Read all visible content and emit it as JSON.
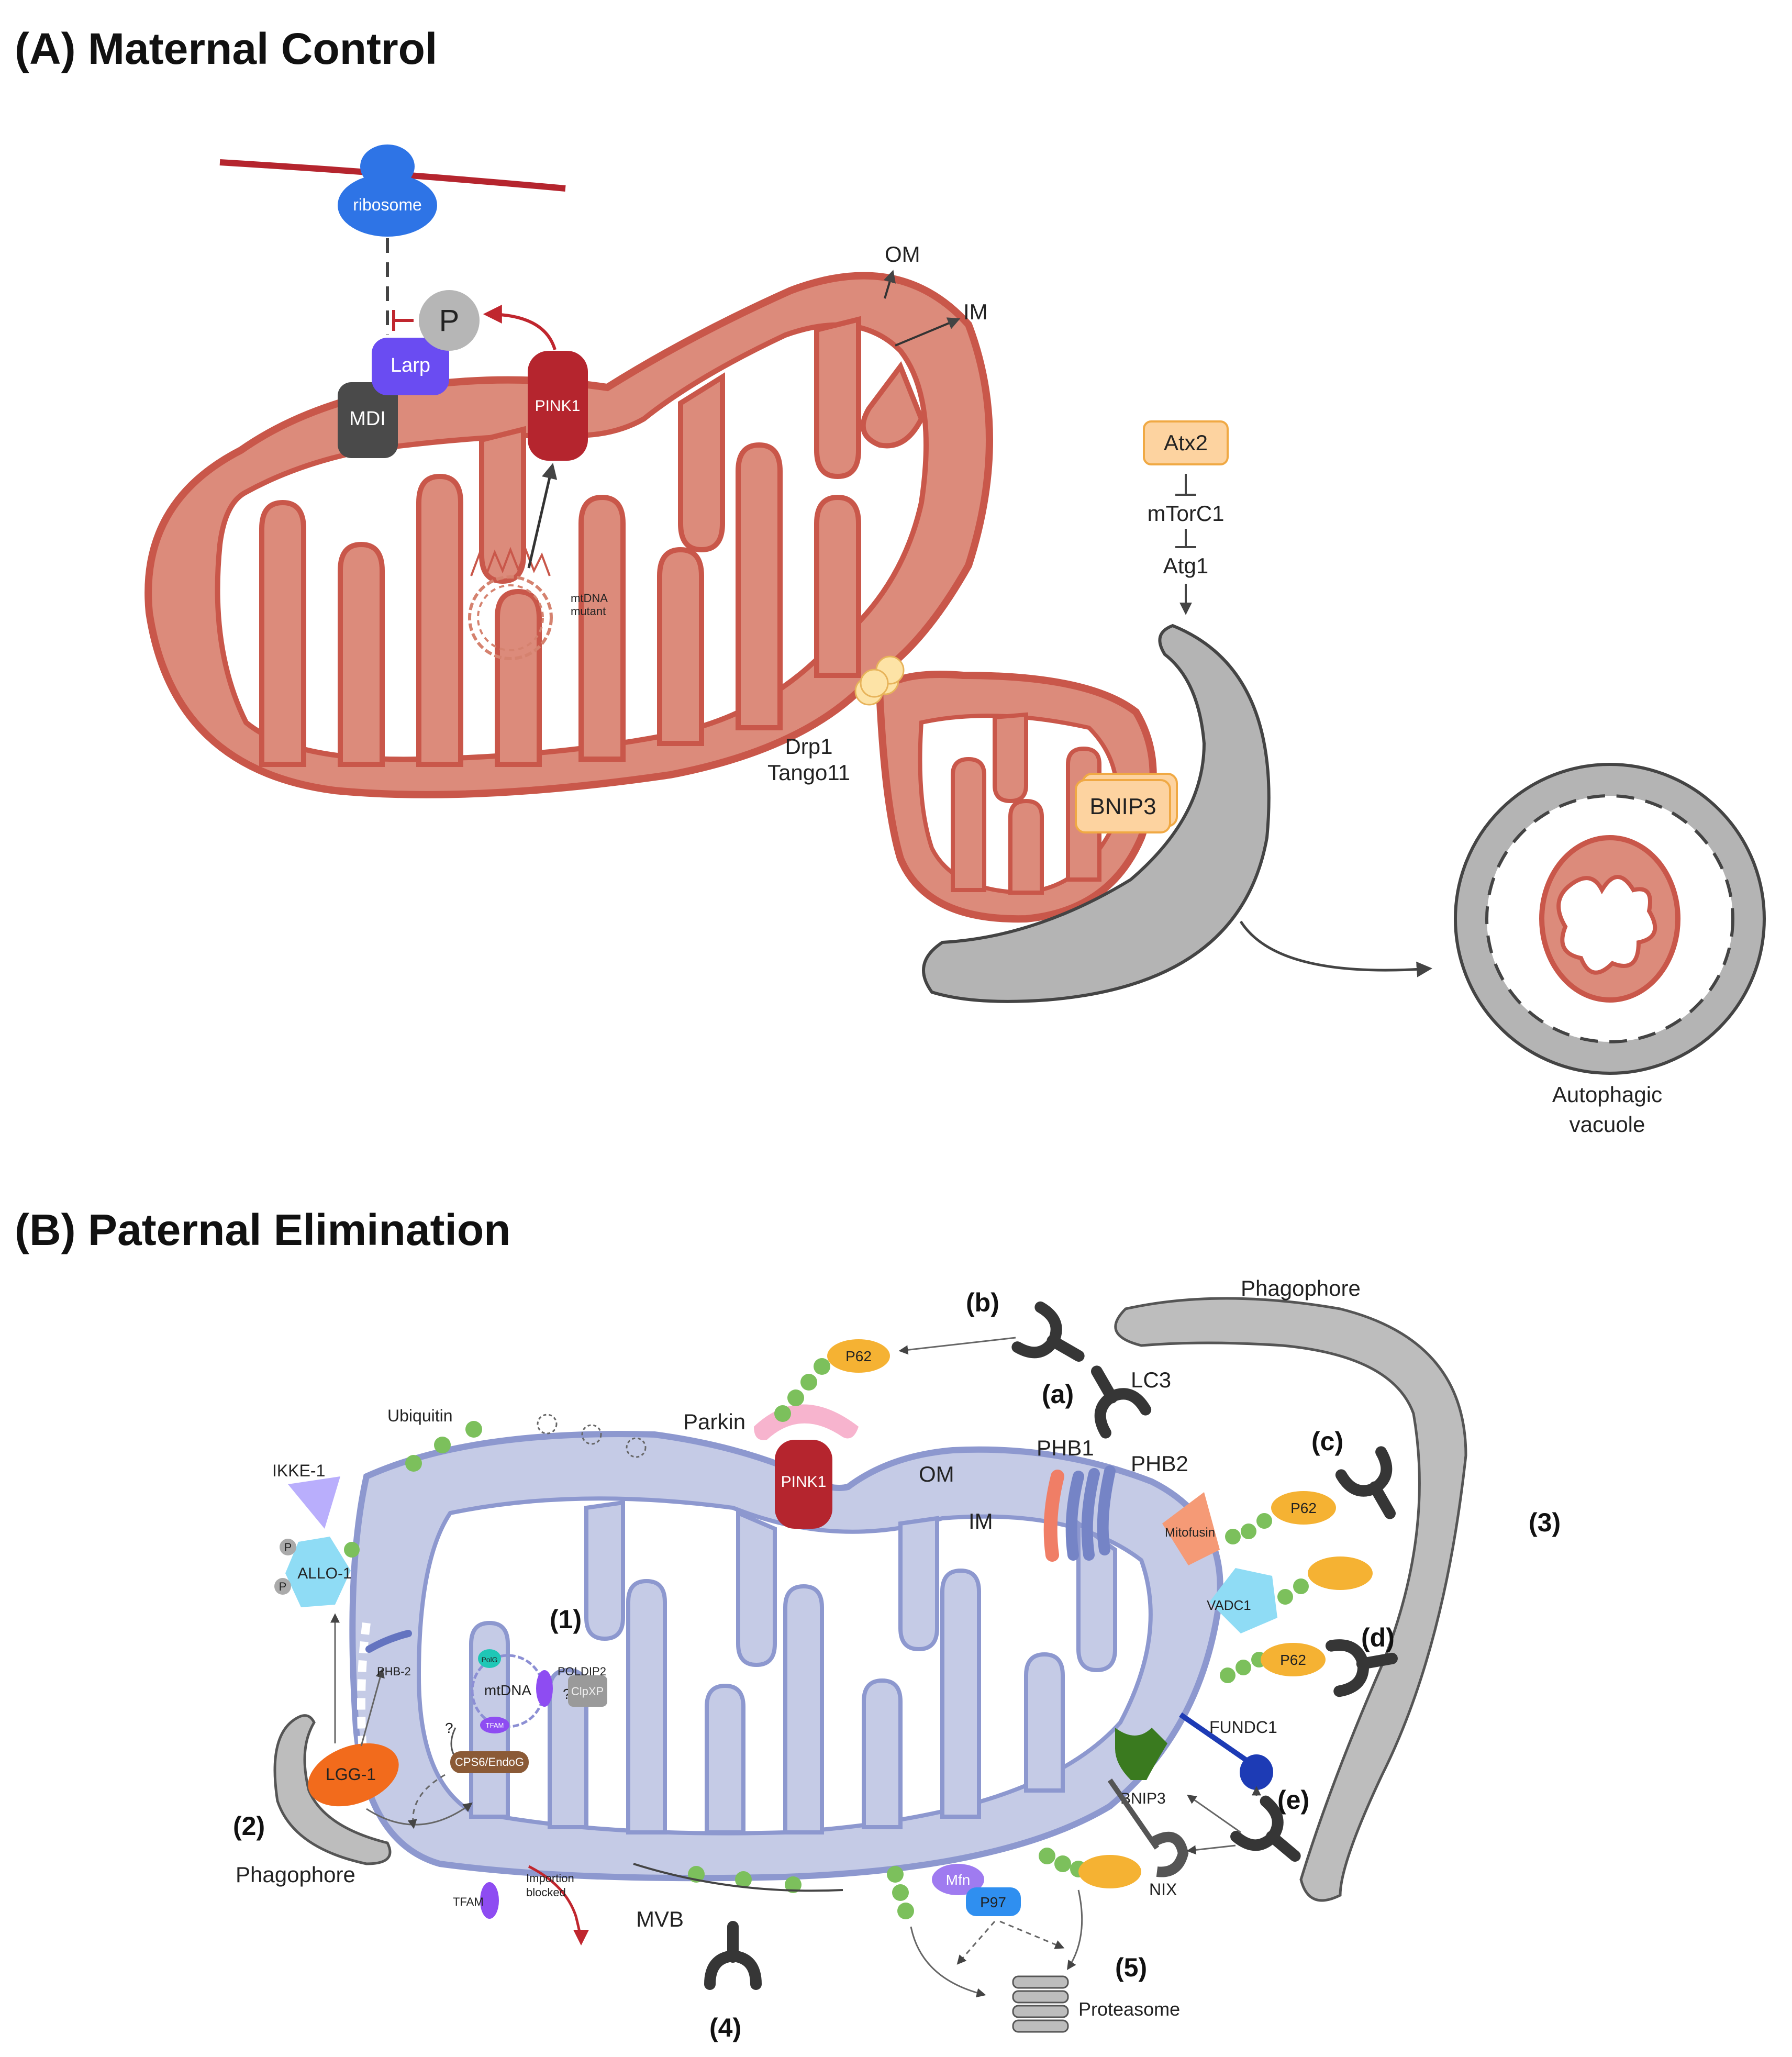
{
  "panel_a": {
    "title": "(A) Maternal Control",
    "ribosome": "ribosome",
    "p": "P",
    "larp": "Larp",
    "mdi": "MDI",
    "pink1": "PINK1",
    "om": "OM",
    "im": "IM",
    "mtdna": "mtDNA",
    "mutant": "mutant",
    "drp1": "Drp1",
    "tango11": "Tango11",
    "atx2": "Atx2",
    "mtorc1": "mTorC1",
    "atg1": "Atg1",
    "bnip3": "BNIP3",
    "vacuole_line1": "Autophagic",
    "vacuole_line2": "vacuole"
  },
  "panel_b": {
    "title": "(B) Paternal Elimination",
    "phagophore_top": "Phagophore",
    "phagophore_left": "Phagophore",
    "ubiquitin": "Ubiquitin",
    "parkin": "Parkin",
    "pink1": "PINK1",
    "om": "OM",
    "im": "IM",
    "phb1": "PHB1",
    "phb2": "PHB2",
    "p62": "P62",
    "lc3": "LC3",
    "mitofusin": "Mitofusin",
    "vadc1": "VADC1",
    "fundc1": "FUNDC1",
    "bnip3": "BNIP3",
    "nix": "NIX",
    "ikke1": "IKKE-1",
    "allo1": "ALLO-1",
    "p": "P",
    "lgg1": "LGG-1",
    "phb2_small": "PHB-2",
    "mtdna": "mtDNA",
    "polg": "PolG",
    "poldip2": "POLDIP2",
    "clpxp": "ClpXP",
    "tfam": "TFAM",
    "q": "?",
    "cps6": "CPS6/EndoG",
    "tfam_free": "TFAM",
    "importion1": "Importion",
    "importion2": "blocked",
    "mvb": "MVB",
    "mfn": "Mfn",
    "p97": "P97",
    "proteasome": "Proteasome",
    "n1": "(1)",
    "n2": "(2)",
    "n3": "(3)",
    "n4": "(4)",
    "n5": "(5)",
    "la": "(a)",
    "lb": "(b)",
    "lc": "(c)",
    "ld": "(d)",
    "le": "(e)"
  },
  "colors": {
    "mito_fill": "#dc8b7b",
    "mito_stroke": "#c9574a",
    "mito_b_fill": "#c5cbe6",
    "mito_b_stroke": "#8d98cf",
    "phagophore": "#bdbdbd",
    "receptor": "#363636",
    "ubiquitin": "#7cc05c",
    "p62": "#f5b233",
    "ribosome": "#2e74e6",
    "larp": "#6a4cf2",
    "pink1": "#b5252e",
    "peach": "#fdd3a0"
  }
}
